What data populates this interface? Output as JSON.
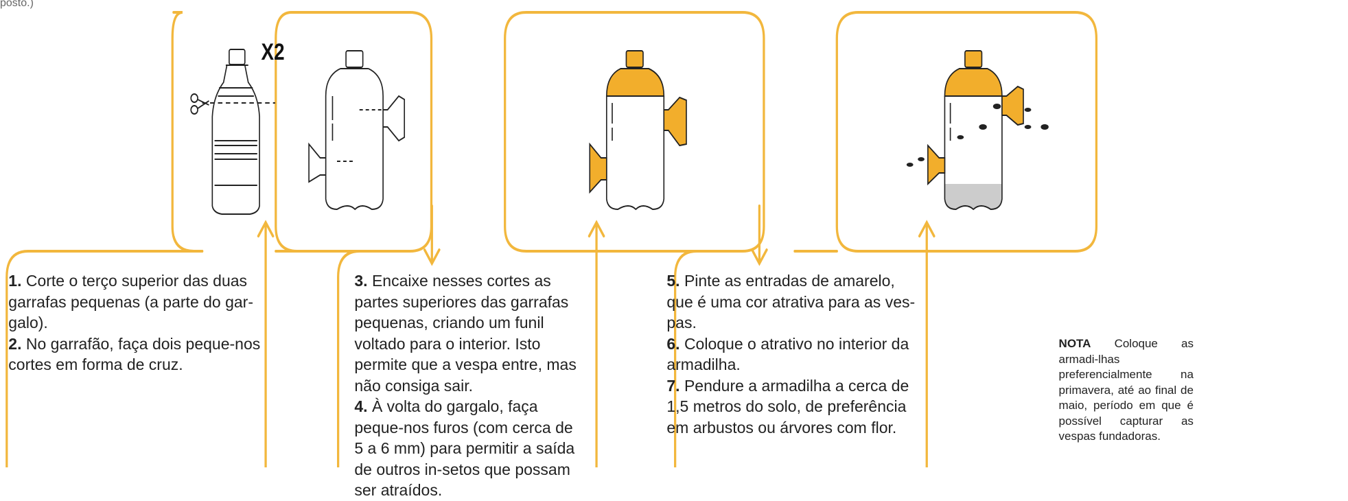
{
  "stray_text": "posto.)",
  "x2_label": "X2",
  "steps": [
    {
      "num": "1.",
      "text": " Corte o terço superior das duas garrafas pequenas (a parte do gar-galo)."
    },
    {
      "num": "2.",
      "text": " No garrafão, faça dois peque-nos cortes em forma de cruz."
    },
    {
      "num": "3.",
      "text": " Encaixe nesses cortes as partes superiores das garrafas pequenas, criando um funil voltado para o interior. Isto permite que a vespa entre, mas não consiga sair."
    },
    {
      "num": "4.",
      "text": " À volta do gargalo, faça peque-nos furos (com cerca de 5 a 6 mm) para permitir a saída de outros in-setos que possam ser atraídos."
    },
    {
      "num": "5.",
      "text": " Pinte as entradas de amarelo, que é uma cor atrativa para as ves-pas."
    },
    {
      "num": "6.",
      "text": " Coloque o atrativo no interior da armadilha."
    },
    {
      "num": "7.",
      "text": " Pendure a armadilha a cerca de 1,5 metros do solo, de preferência em arbustos ou árvores com flor."
    }
  ],
  "note": {
    "label": "NOTA",
    "text": " Coloque as armadi-lhas preferencialmente na primavera, até ao final de maio, período em que é possível capturar as vespas fundadoras."
  },
  "colors": {
    "accent": "#F2B73D",
    "bottle_fill": "#F2AE2C",
    "liquid": "#CCCCCC",
    "ink": "#222222"
  }
}
